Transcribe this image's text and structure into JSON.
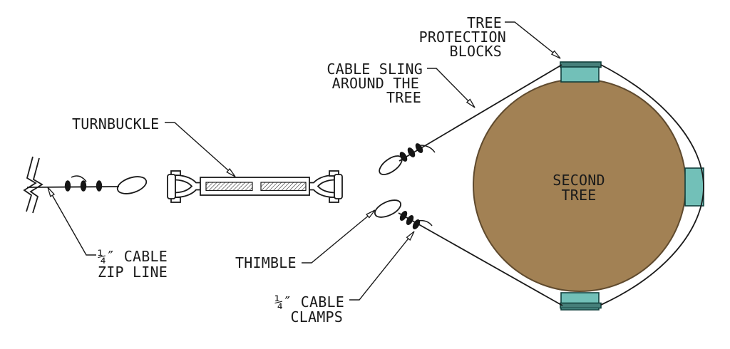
{
  "labels": {
    "tree_protection_blocks": [
      "TREE",
      "PROTECTION",
      "BLOCKS"
    ],
    "cable_sling": [
      "CABLE SLING",
      "AROUND THE",
      "TREE"
    ],
    "turnbuckle": [
      "TURNBUCKLE"
    ],
    "zip_line": [
      "¼″ CABLE",
      "ZIP LINE"
    ],
    "thimble": [
      "THIMBLE"
    ],
    "cable_clamps": [
      "¼″ CABLE",
      "CLAMPS"
    ],
    "second_tree": [
      "SECOND",
      "TREE"
    ]
  },
  "colors": {
    "background": "#ffffff",
    "line": "#1a1a1a",
    "text": "#1a1a1a",
    "tree_fill": "#a28154",
    "tree_outline": "#5f4a2e",
    "block_fill": "#72c0b8",
    "block_strip": "#467f7a",
    "block_outline": "#113f3c"
  }
}
